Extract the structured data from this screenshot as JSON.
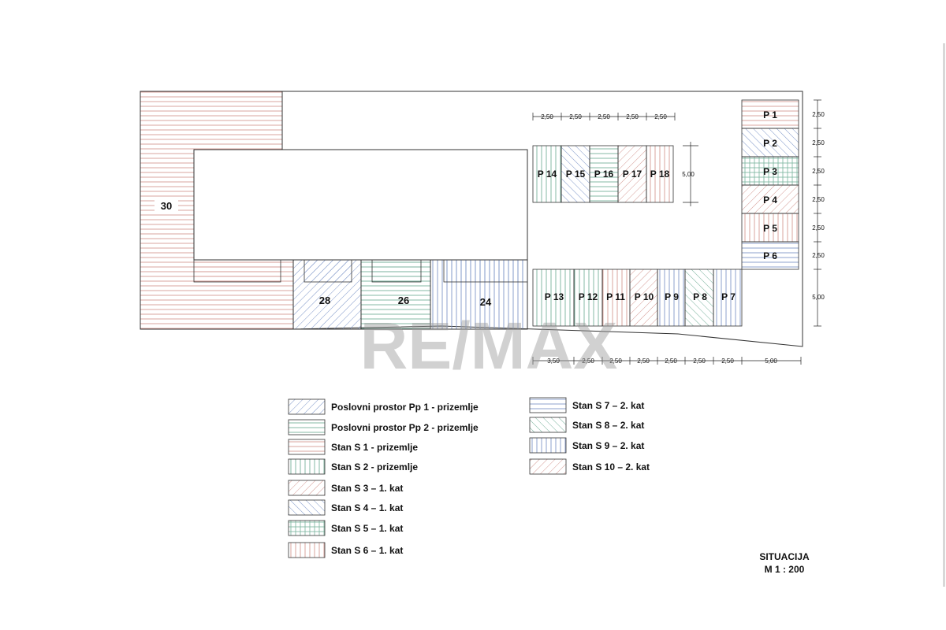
{
  "plot_labels": {
    "unit_30": "30",
    "unit_28": "28",
    "unit_26": "26",
    "unit_24": "24"
  },
  "parking": {
    "p1": "P 1",
    "p2": "P 2",
    "p3": "P 3",
    "p4": "P 4",
    "p5": "P 5",
    "p6": "P 6",
    "p7": "P 7",
    "p8": "P 8",
    "p9": "P 9",
    "p10": "P 10",
    "p11": "P 11",
    "p12": "P 12",
    "p13": "P 13",
    "p14": "P 14",
    "p15": "P 15",
    "p16": "P 16",
    "p17": "P 17",
    "p18": "P 18"
  },
  "dimensions": {
    "top_row": [
      "2,50",
      "2,50",
      "2,50",
      "2,50",
      "2,50"
    ],
    "top_row_depth": "5,00",
    "right_column": [
      "2,50",
      "2,50",
      "2,50",
      "2,50",
      "2,50",
      "2,50",
      "5,00"
    ],
    "bottom_row": [
      "3,50",
      "2,50",
      "2,50",
      "2,50",
      "2,50",
      "2,50",
      "2,50",
      "5,00"
    ]
  },
  "legend": {
    "left": [
      "Poslovni prostor Pp 1 - prizemlje",
      "Poslovni prostor Pp 2 - prizemlje",
      "Stan S 1 - prizemlje",
      "Stan S 2 - prizemlje",
      "Stan S 3 – 1. kat",
      "Stan S 4 – 1. kat",
      "Stan S 5 – 1. kat",
      "Stan S 6 – 1. kat"
    ],
    "right": [
      "Stan S 7 – 2. kat",
      "Stan S 8 – 2. kat",
      "Stan S 9 – 2. kat",
      "Stan S 10 – 2. kat"
    ]
  },
  "title_block": {
    "name": "SITUACIJA",
    "scale": "M 1 : 200"
  },
  "watermark": "RE/MAX",
  "colors": {
    "blue_hatch": "#7f97c9",
    "green_hatch": "#77b19b",
    "red_hatch": "#d49a94",
    "outline": "#333333"
  }
}
